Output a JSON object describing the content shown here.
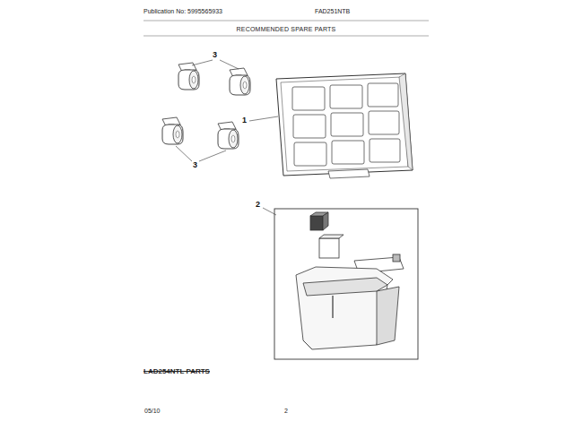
{
  "diagram": {
    "title": "RECOMMENDED SPARE PARTS",
    "labels": [
      "Publication No: 5995565933",
      "FAD251NTB",
      "3",
      "3",
      "1",
      "2",
      "LAD254NTL PARTS",
      "05/10",
      "2"
    ]
  }
}
